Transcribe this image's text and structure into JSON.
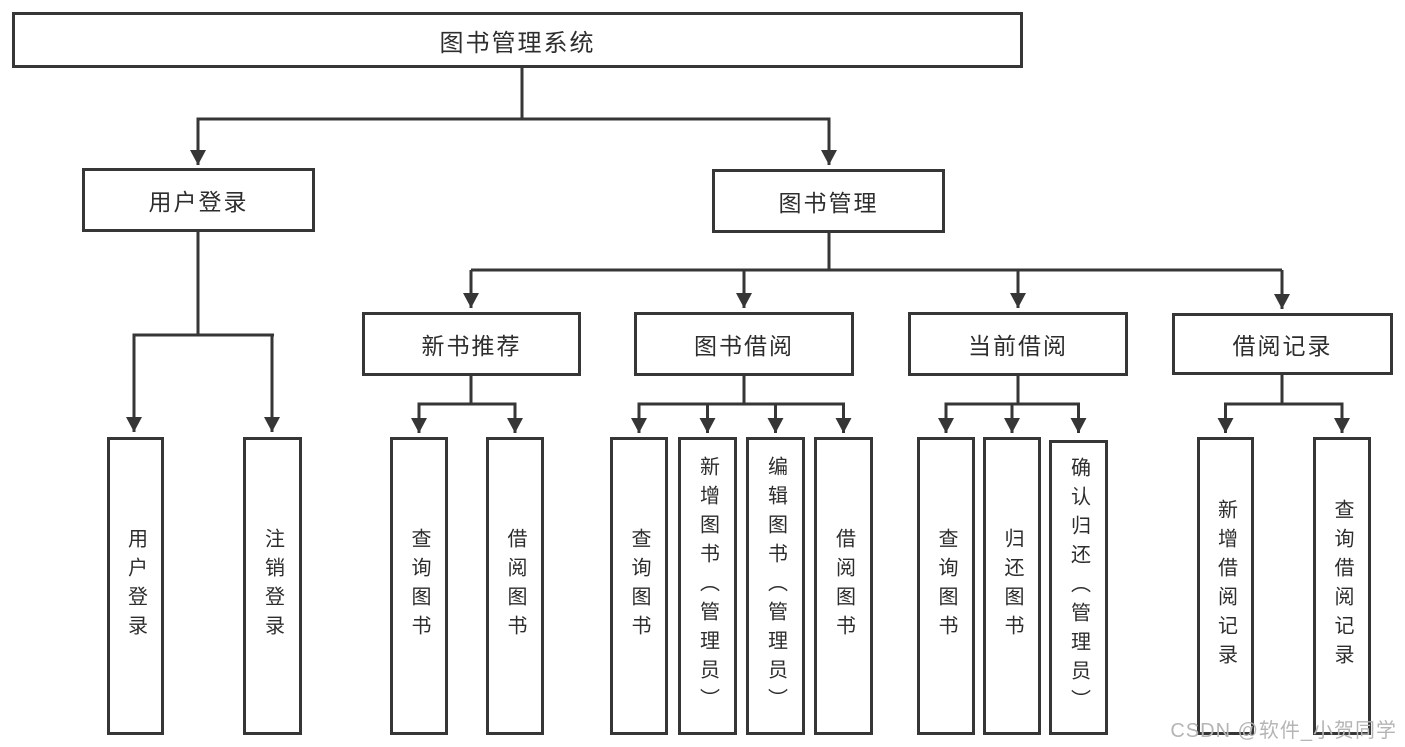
{
  "diagram": {
    "type": "hierarchy-tree",
    "line_color": "#363636",
    "box_background": "#ffffff",
    "text_color": "#2d2d2d"
  },
  "tree": {
    "label": "图书管理系统",
    "children": [
      {
        "label": "用户登录",
        "children": [
          {
            "label": "用户登录"
          },
          {
            "label": "注销登录"
          }
        ]
      },
      {
        "label": "图书管理",
        "children": [
          {
            "label": "新书推荐",
            "children": [
              {
                "label": "查询图书"
              },
              {
                "label": "借阅图书"
              }
            ]
          },
          {
            "label": "图书借阅",
            "children": [
              {
                "label": "查询图书"
              },
              {
                "label": "新增图书（管理员）"
              },
              {
                "label": "编辑图书（管理员）"
              },
              {
                "label": "借阅图书"
              }
            ]
          },
          {
            "label": "当前借阅",
            "children": [
              {
                "label": "查询图书"
              },
              {
                "label": "归还图书"
              },
              {
                "label": "确认归还（管理员）"
              }
            ]
          },
          {
            "label": "借阅记录",
            "children": [
              {
                "label": "新增借阅记录"
              },
              {
                "label": "查询借阅记录"
              }
            ]
          }
        ]
      }
    ]
  },
  "watermark": {
    "text": "CSDN @软件_小贺同学",
    "color": "#b5b5b5"
  }
}
